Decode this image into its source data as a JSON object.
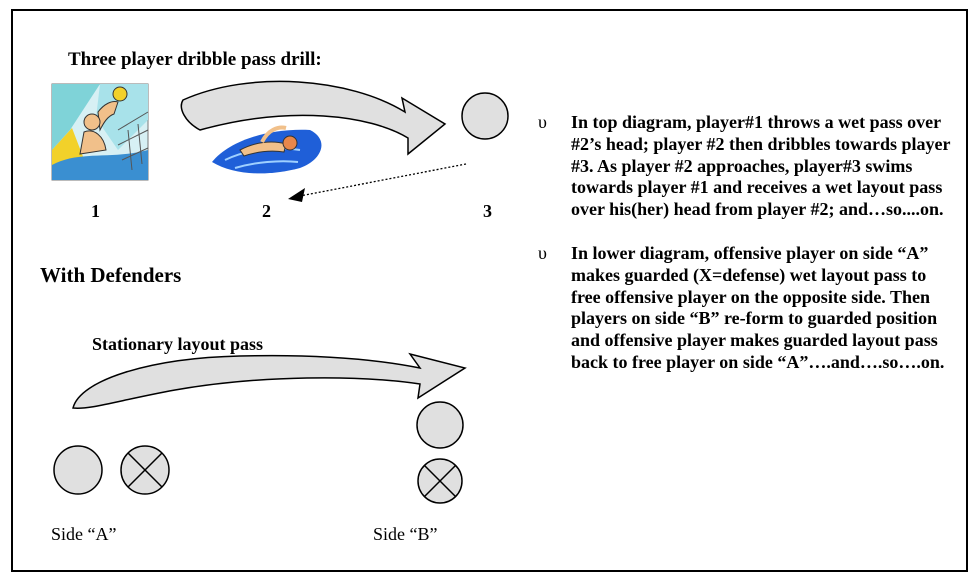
{
  "title": "Three player dribble pass drill:",
  "top_diagram": {
    "labels": [
      "1",
      "2",
      "3"
    ]
  },
  "subheading": "With Defenders",
  "lower_diagram": {
    "title": "Stationary layout pass",
    "side_a": "Side “A”",
    "side_b": "Side “B”"
  },
  "bullets": [
    {
      "marker": "υ",
      "text": "In top diagram, player#1 throws a wet pass over #2’s head; player #2 then dribbles towards player #3. As player #2 approaches, player#3 swims towards player #1 and receives a wet layout pass over his(her) head from player #2; and…so....on."
    },
    {
      "marker": "υ",
      "text": "In lower diagram, offensive player on side “A” makes guarded (X=defense) wet layout pass to free offensive player on the opposite side.  Then players on side “B” re-form to guarded position and offensive player makes guarded layout pass back to free player on side “A”….and….so….on."
    }
  ],
  "colors": {
    "fill": "#e0e0e0",
    "stroke": "#000000",
    "water": "#1f5fd8"
  }
}
